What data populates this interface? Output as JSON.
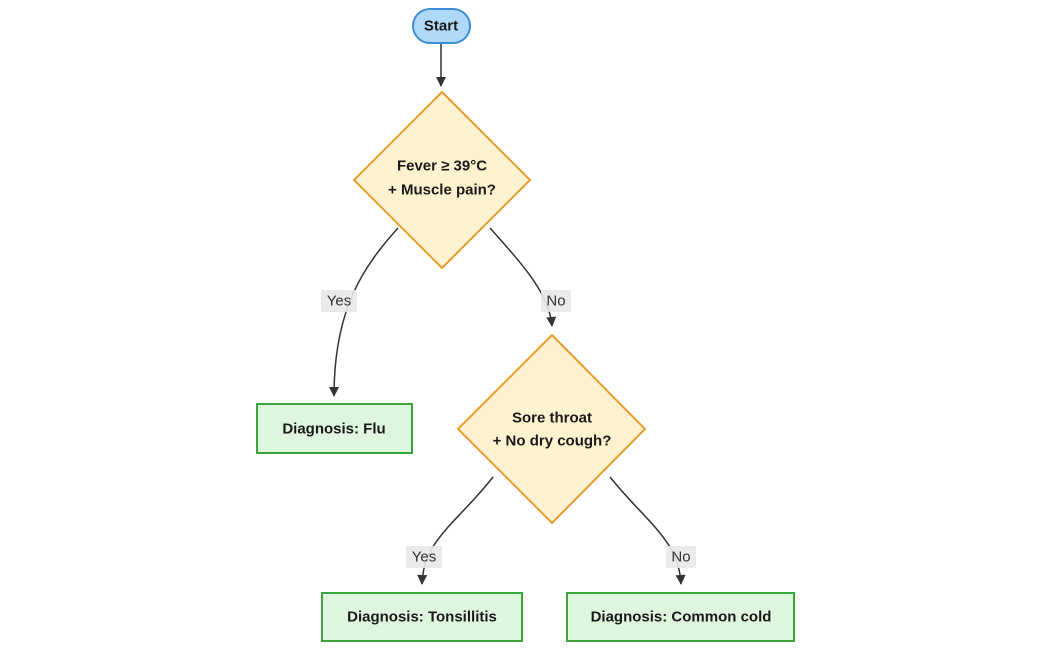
{
  "diagram": {
    "type": "flowchart-decision-tree",
    "background": "#ffffff",
    "colors": {
      "start_fill": "#b0d9f7",
      "start_border": "#3d8ed6",
      "decision_fill": "#fdf2cf",
      "decision_border": "#e99d2e",
      "result_fill": "#def5de",
      "result_border": "#3aa33a",
      "edge_stroke": "#333333",
      "edge_label_bg": "#e8e8e8",
      "edge_label_text": "#333333",
      "node_text": "#1a1a1a"
    },
    "nodes": {
      "start": {
        "shape": "stadium",
        "label": "Start"
      },
      "decision_fever": {
        "shape": "diamond",
        "label_line1": "Fever ≥ 39°C",
        "label_line2": "+ Muscle pain?"
      },
      "decision_throat": {
        "shape": "diamond",
        "label_line1": "Sore throat",
        "label_line2": "+ No dry cough?"
      },
      "result_flu": {
        "shape": "rect",
        "label": "Diagnosis: Flu"
      },
      "result_tonsillitis": {
        "shape": "rect",
        "label": "Diagnosis: Tonsillitis"
      },
      "result_common_cold": {
        "shape": "rect",
        "label": "Diagnosis: Common cold"
      }
    },
    "edges": {
      "start_to_fever": {
        "from": "start",
        "to": "decision_fever",
        "label": ""
      },
      "fever_yes": {
        "from": "decision_fever",
        "to": "result_flu",
        "label": "Yes"
      },
      "fever_no": {
        "from": "decision_fever",
        "to": "decision_throat",
        "label": "No"
      },
      "throat_yes": {
        "from": "decision_throat",
        "to": "result_tonsillitis",
        "label": "Yes"
      },
      "throat_no": {
        "from": "decision_throat",
        "to": "result_common_cold",
        "label": "No"
      }
    }
  }
}
